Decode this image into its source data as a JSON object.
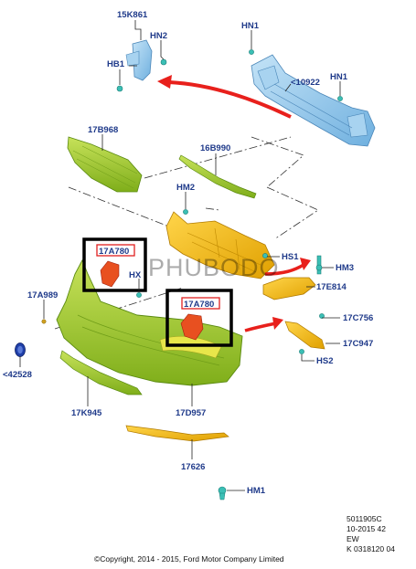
{
  "labels": {
    "p15k861": "15K861",
    "hn2": "HN2",
    "hb1": "HB1",
    "hn1_top": "HN1",
    "hn1_right": "HN1",
    "p10922": "<10922",
    "p17b968": "17B968",
    "p16b990": "16B990",
    "hm2": "HM2",
    "p17a780_left": "17A780",
    "p17a780_center": "17A780",
    "hx": "HX",
    "hs1": "HS1",
    "hm3": "HM3",
    "p17e814": "17E814",
    "p17a989": "17A989",
    "p17c756": "17C756",
    "p17c947": "17C947",
    "hs2": "HS2",
    "p42528": "<42528",
    "p17k945": "17K945",
    "p17d957": "17D957",
    "p17626": "17626",
    "hm1": "HM1"
  },
  "watermark": "PHUBODO",
  "info": {
    "line1": "5011905C",
    "line2": "10-2015 42",
    "line3": "EW",
    "line4": "K 0318120 04"
  },
  "copyright": "©Copyright, 2014 - 2015, Ford Motor Company Limited",
  "colors": {
    "green_part": "#9ccc2c",
    "yellow_part": "#f0b400",
    "blue_part": "#8ec4ea",
    "red_arrow": "#e8201c",
    "label_text": "#1f3a8a",
    "highlight_box": "#e02020"
  }
}
